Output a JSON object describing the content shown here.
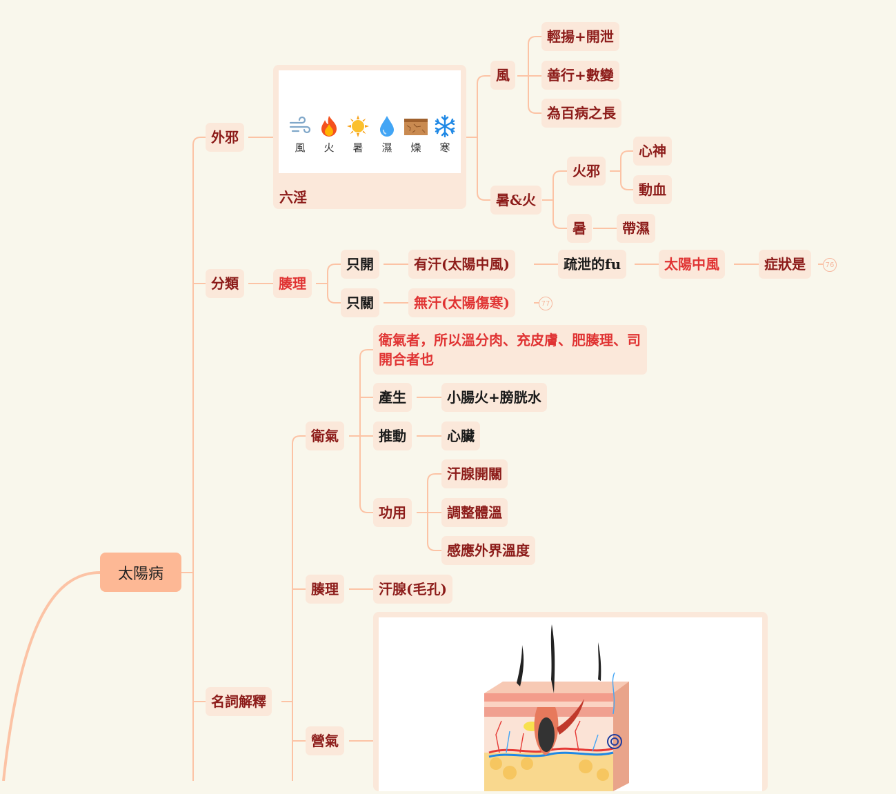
{
  "root": {
    "label": "太陽病"
  },
  "nodes": {
    "waixie": "外邪",
    "liuyin_caption": "六淫",
    "feng": "風",
    "qingyang": "輕揚+開泄",
    "shanxing": "善行+數變",
    "baibing": "為百病之長",
    "shuhuo": "暑&火",
    "huoxie": "火邪",
    "xinshen": "心神",
    "dongxue": "動血",
    "shu": "暑",
    "daishi": "帶濕",
    "fenlei": "分類",
    "couli": "腠理",
    "zhikai": "只開",
    "zhiguan": "只關",
    "youhan": "有汗(太陽中風)",
    "wuhan": "無汗(太陽傷寒)",
    "shuxie": "疏泄的fu",
    "taiyangzhongfeng": "太陽中風",
    "zhengzhuang": "症狀是",
    "mingci": "名詞解釋",
    "weiqi": "衛氣",
    "weiqi_def": "衛氣者，所以溫分肉、充皮膚、肥腠理、司開合者也",
    "chansheng": "產生",
    "xiaochang": "小腸火+膀胱水",
    "tuidong": "推動",
    "xinzang": "心臟",
    "gongyong": "功用",
    "hanxian_kaiguan": "汗腺開關",
    "tiaozheng": "調整體溫",
    "ganying": "感應外界溫度",
    "couli2": "腠理",
    "hanxian": "汗腺(毛孔)",
    "yingqi": "營氣"
  },
  "badges": {
    "b76": "76",
    "b77": "77"
  },
  "liuyin_icons": [
    {
      "icon": "wind-icon",
      "label": "風"
    },
    {
      "icon": "fire-icon",
      "label": "火"
    },
    {
      "icon": "sun-icon",
      "label": "暑"
    },
    {
      "icon": "droplet-icon",
      "label": "濕"
    },
    {
      "icon": "dry-earth-icon",
      "label": "燥"
    },
    {
      "icon": "snowflake-icon",
      "label": "寒"
    }
  ],
  "colors": {
    "link": "#fcc3a5",
    "node_bg": "#fbe8da",
    "root_bg": "#fdb895",
    "dark_red": "#8c1b19",
    "red": "#e03333"
  }
}
